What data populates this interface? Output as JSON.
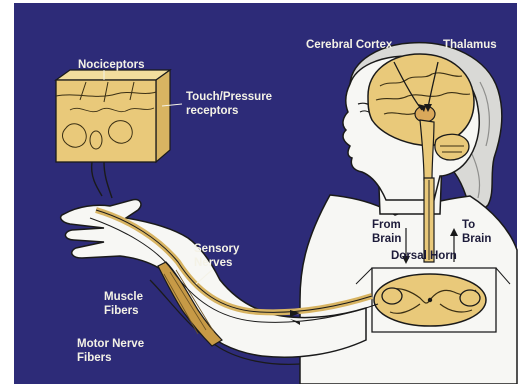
{
  "labels": {
    "nociceptors": "Nociceptors",
    "touch_receptors_1": "Touch/Pressure",
    "touch_receptors_2": "receptors",
    "cerebral_cortex": "Cerebral Cortex",
    "thalamus": "Thalamus",
    "sensory_nerves_1": "Sensory",
    "sensory_nerves_2": "Nerves",
    "muscle_fibers_1": "Muscle",
    "muscle_fibers_2": "Fibers",
    "motor_nerve_fibers_1": "Motor Nerve",
    "motor_nerve_fibers_2": "Fibers",
    "from_brain_1": "From",
    "from_brain_2": "Brain",
    "to_brain_1": "To",
    "to_brain_2": "Brain",
    "dorsal_horn": "Dorsal Horn"
  },
  "colors": {
    "background": "#2d2b78",
    "tissue": "#e9c97a",
    "outline": "#1a1a1a",
    "figure": "#f7f7f4",
    "light_text": "#f4f2e6",
    "dark_text": "#1d1b3a"
  }
}
